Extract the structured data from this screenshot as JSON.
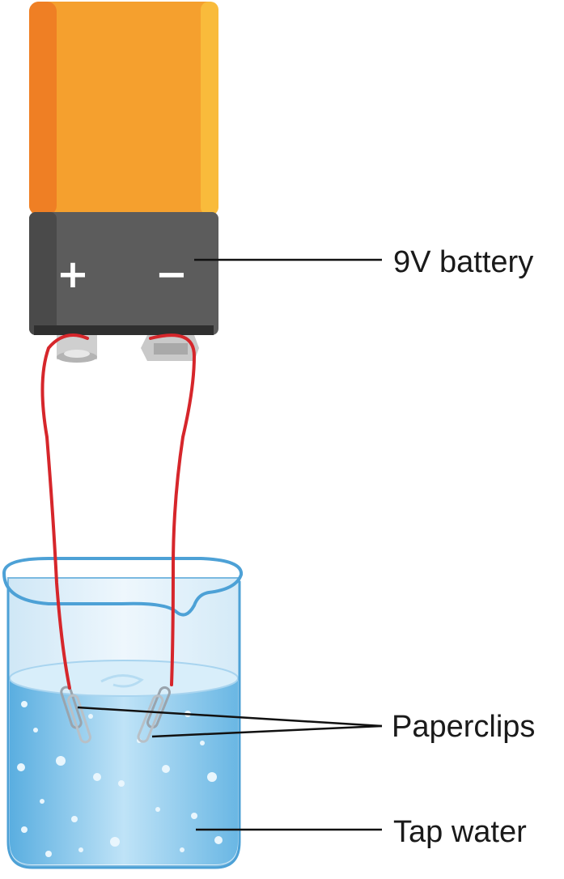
{
  "battery": {
    "plus_sign": "+",
    "minus_sign": "−",
    "colors": {
      "top": "#f5a02e",
      "top_shade": "#ef7f24",
      "body": "#5c5c5c",
      "terminal": "#c9c9c9"
    }
  },
  "wires": {
    "color": "#d6262b"
  },
  "beaker": {
    "water_color": "#7fc4ec",
    "glass_outline": "#5aa8d8"
  },
  "labels": {
    "battery": "9V battery",
    "paperclips": "Paperclips",
    "water": "Tap water"
  }
}
